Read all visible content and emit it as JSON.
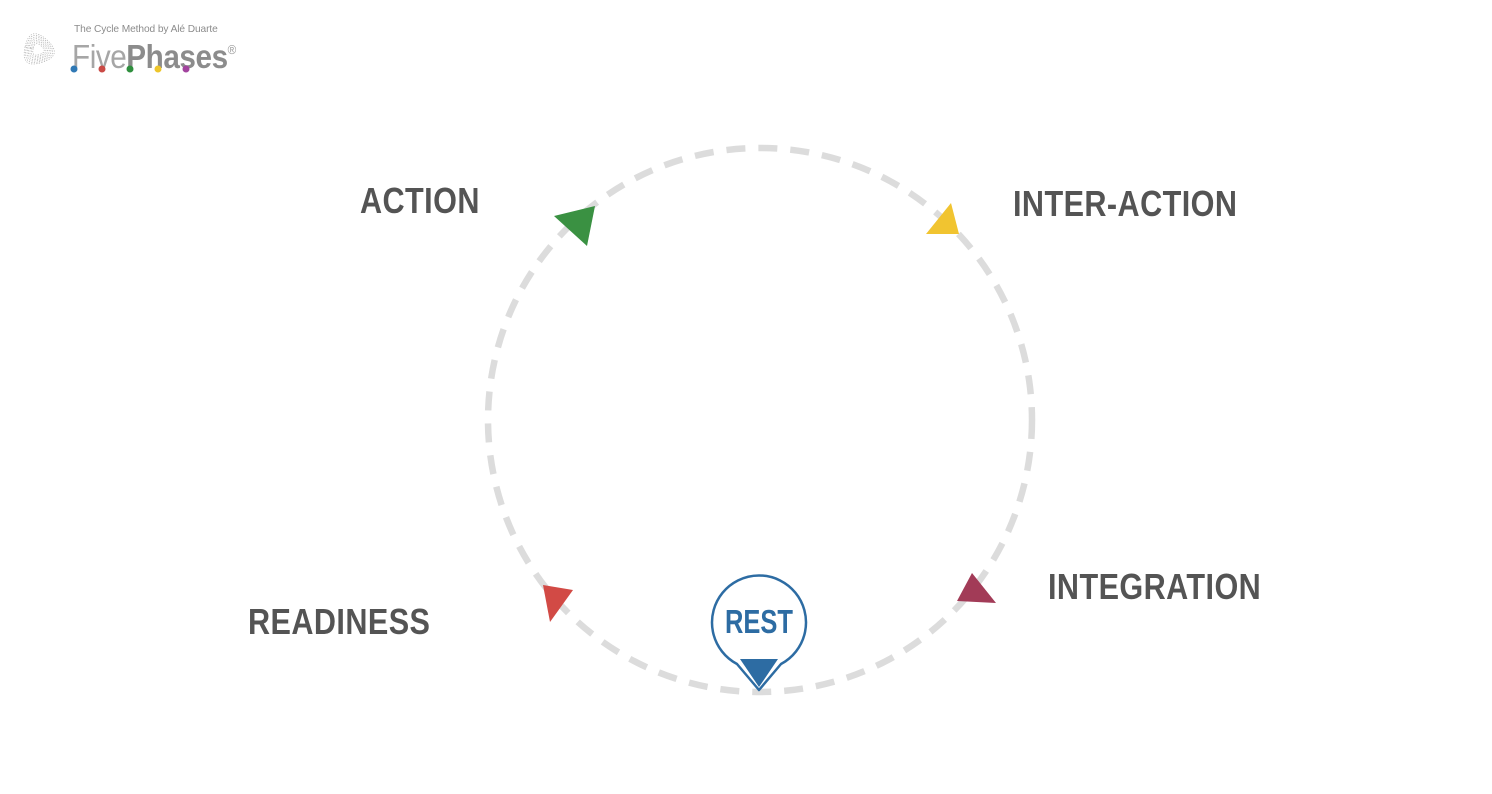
{
  "logo": {
    "tagline": "The Cycle Method by Alé Duarte",
    "brand": {
      "light": "Five",
      "bold": "Phases",
      "registered": "®"
    },
    "dot_colors": [
      "#3079b5",
      "#ca4a45",
      "#2f8f3e",
      "#edc52b",
      "#a2439e"
    ]
  },
  "diagram": {
    "circle_color": "#dcdcdc",
    "label_color": "#545454",
    "phases": [
      {
        "label": "ACTION",
        "color": "#3a9142",
        "position": "top-left"
      },
      {
        "label": "INTER-ACTION",
        "color": "#f1c430",
        "position": "top-right"
      },
      {
        "label": "INTEGRATION",
        "color": "#a23b57",
        "position": "bottom-right"
      },
      {
        "label": "READINESS",
        "color": "#d24a45",
        "position": "bottom-left"
      },
      {
        "label": "REST",
        "color": "#2d6ca3",
        "position": "bottom-center"
      }
    ]
  }
}
